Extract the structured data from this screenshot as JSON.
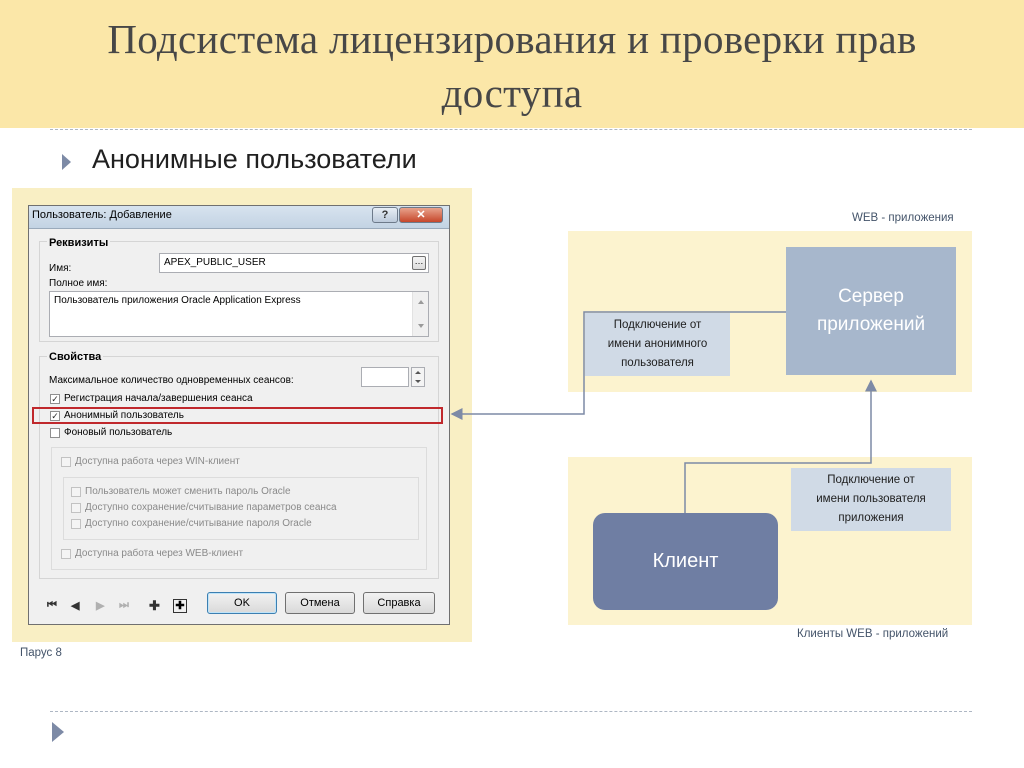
{
  "slide": {
    "title": "Подсистема лицензирования и проверки прав\nдоступа",
    "bullet": "Анонимные пользователи",
    "footer": "Парус 8"
  },
  "dialog": {
    "title": "Пользователь: Добавление",
    "help_glyph": "?",
    "close_glyph": "✕",
    "requisites": {
      "title": "Реквизиты",
      "name_label": "Имя:",
      "name_value": "APEX_PUBLIC_USER",
      "fullname_label": "Полное имя:",
      "fullname_value": "Пользователь приложения Oracle Application Express",
      "ellipsis": "…"
    },
    "properties": {
      "title": "Свойства",
      "max_sessions_label": "Максимальное количество одновременных сеансов:",
      "max_sessions_value": "",
      "checkboxes": [
        {
          "label": "Регистрация начала/завершения сеанса",
          "checked": true
        },
        {
          "label": "Анонимный пользователь",
          "checked": true
        },
        {
          "label": "Фоновый пользователь",
          "checked": false
        }
      ],
      "win_access": "Доступна работа через WIN-клиент",
      "win_sub": [
        "Пользователь может сменить пароль Oracle",
        "Доступно сохранение/считывание параметров сеанса",
        "Доступно сохранение/считывание пароля Oracle"
      ],
      "web_access": "Доступна работа через WEB-клиент"
    },
    "nav_icons": [
      "first-record-icon",
      "prev-record-icon",
      "next-record-icon",
      "last-record-icon",
      "add-icon",
      "add-boxed-icon"
    ],
    "buttons": {
      "ok": "OK",
      "cancel": "Отмена",
      "help": "Справка"
    }
  },
  "diagram": {
    "web_apps_label": "WEB - приложения",
    "server_label": "Сервер\nприложений",
    "anon_conn_label": "Подключение от\nимени анонимного\nпользователя",
    "user_conn_label": "Подключение от\nимени пользователя\nприложения",
    "client_label": "Клиент",
    "clients_label": "Клиенты WEB - приложений"
  },
  "colors": {
    "header_bg": "#fbe7a8",
    "zone_bg": "#fcf3cf",
    "server_box": "#a7b7cc",
    "client_box": "#6f7ea3",
    "note_box": "#d0dae6",
    "highlight": "#c0282c",
    "connector": "#7d8aa6"
  }
}
